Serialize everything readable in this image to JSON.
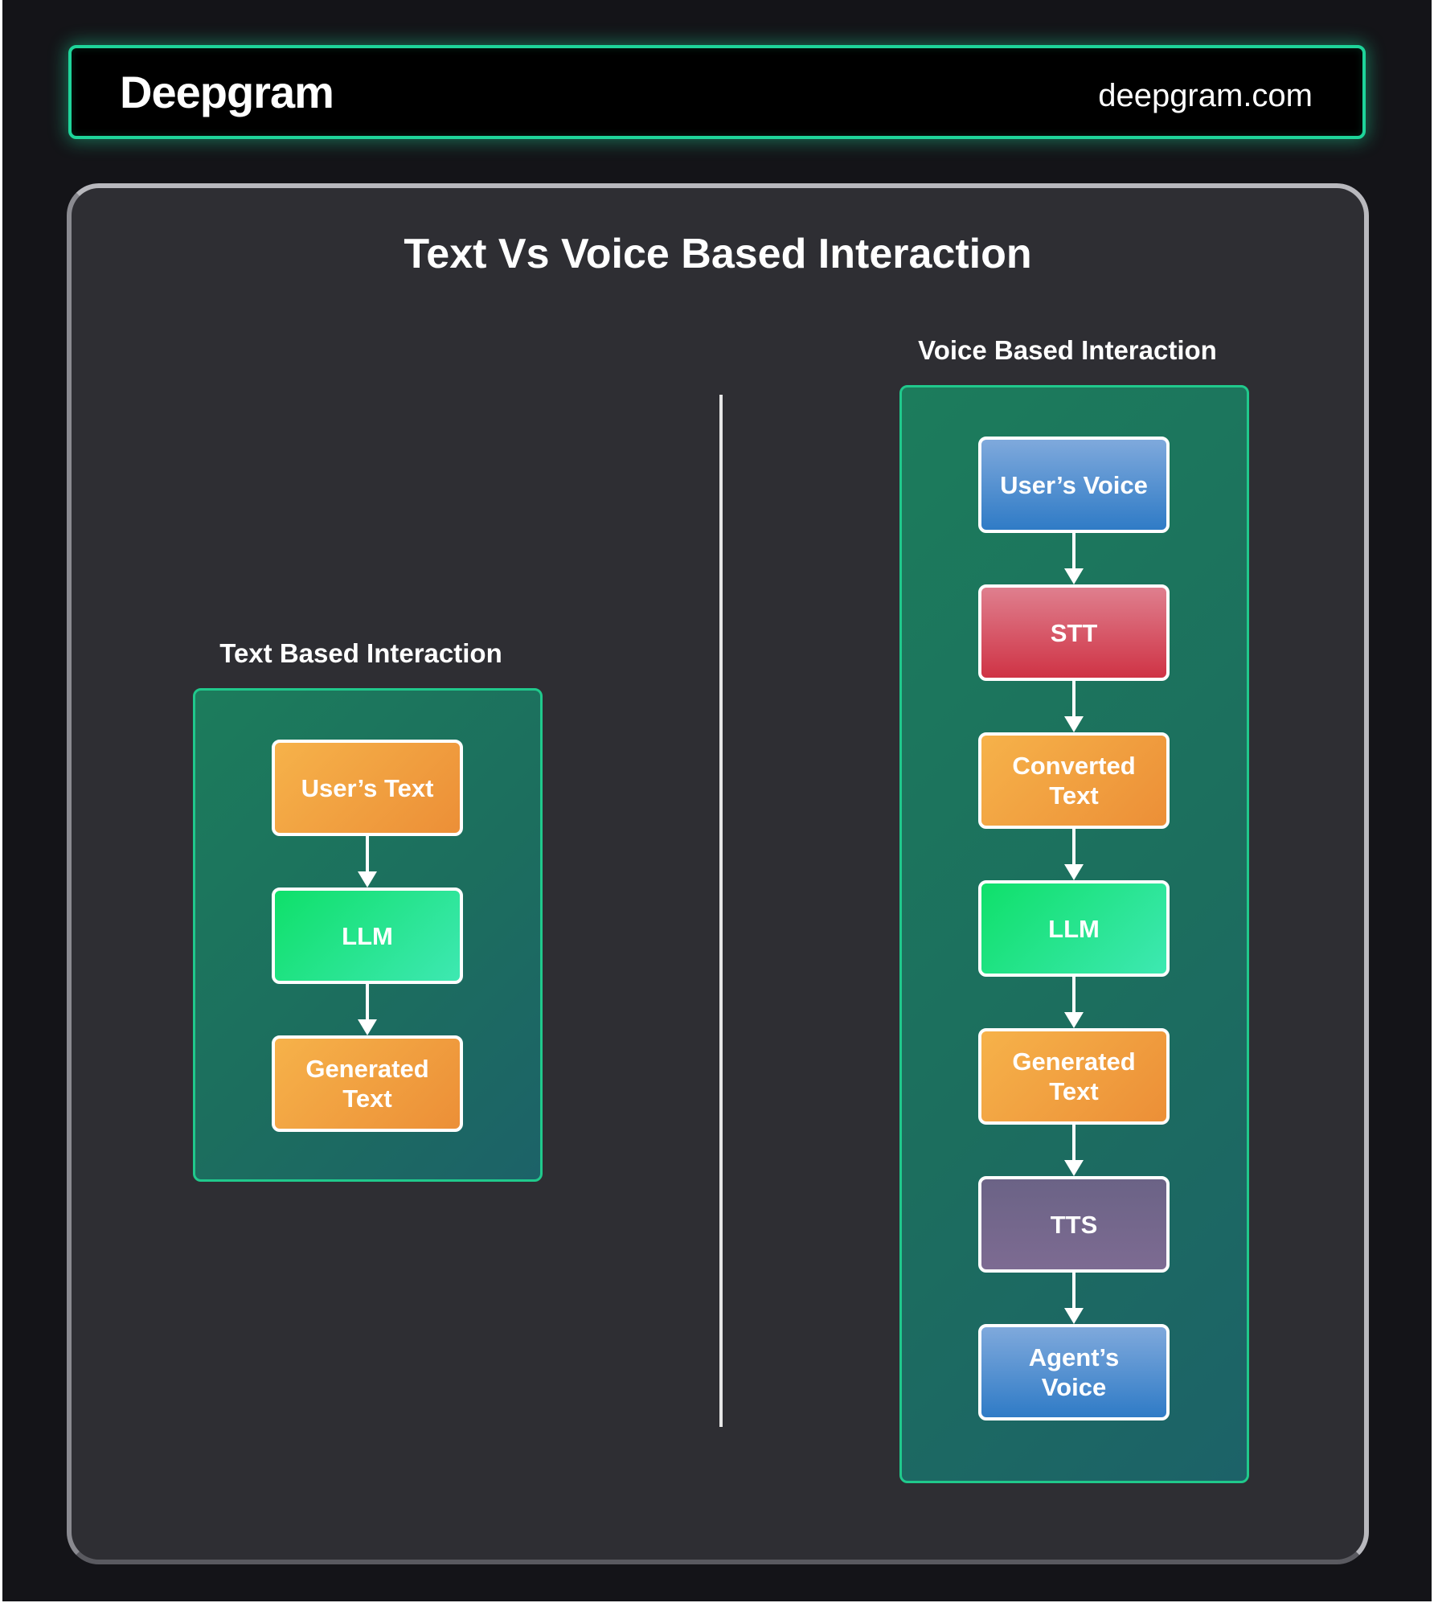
{
  "header": {
    "logo": "Deepgram",
    "site": "deepgram.com",
    "accent_color": "#1ed49a"
  },
  "diagram": {
    "title": "Text Vs Voice Based Interaction",
    "text_flow": {
      "title": "Text Based Interaction",
      "nodes": [
        "User’s Text",
        "LLM",
        "Generated Text"
      ]
    },
    "voice_flow": {
      "title": "Voice Based Interaction",
      "nodes": [
        "User’s Voice",
        "STT",
        "Converted Text",
        "LLM",
        "Generated Text",
        "TTS",
        "Agent’s Voice"
      ]
    }
  },
  "colors": {
    "text_node": "#ec8f37",
    "llm_node": "#1ae58a",
    "voice_node": "#2f7bc6",
    "stt_node": "#cf3345",
    "tts_node": "#7d6b92",
    "panel": "#1c7060"
  }
}
